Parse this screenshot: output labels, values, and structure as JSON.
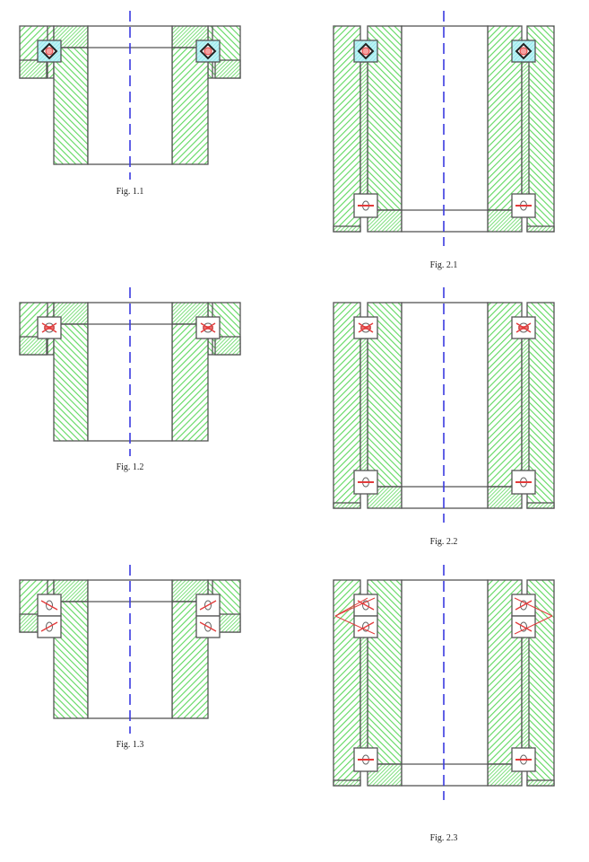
{
  "document": {
    "kind": "Bearing arrangement cross-section drawings",
    "colors": {
      "hatch": "#5fd85f",
      "outline": "#555555",
      "centerline": "#3a3ae0",
      "bearing_fill": "#a8eef0",
      "bearing_mark": "#e23b3b"
    }
  },
  "figures": [
    {
      "id": "fig-1-1",
      "caption": "Fig. 1.1",
      "type": "flange",
      "bearing": "four-point-contact",
      "rows": 1
    },
    {
      "id": "fig-2-1",
      "caption": "Fig. 2.1",
      "type": "tall",
      "bearing": "four-point-contact",
      "rows": 1
    },
    {
      "id": "fig-1-2",
      "caption": "Fig. 1.2",
      "type": "flange",
      "bearing": "cross-roller",
      "rows": 1
    },
    {
      "id": "fig-2-2",
      "caption": "Fig. 2.2",
      "type": "tall",
      "bearing": "cross-roller",
      "rows": 1
    },
    {
      "id": "fig-1-3",
      "caption": "Fig. 1.3",
      "type": "flange",
      "bearing": "angular-pair",
      "rows": 2
    },
    {
      "id": "fig-2-3",
      "caption": "Fig. 2.3",
      "type": "tall",
      "bearing": "angular-pair",
      "rows": 2
    }
  ]
}
